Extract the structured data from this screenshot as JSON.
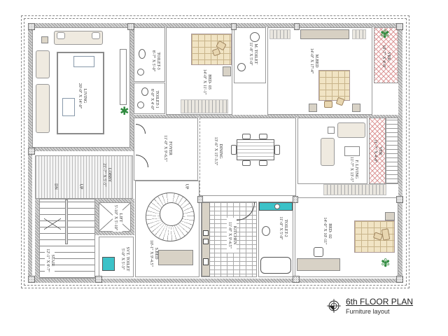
{
  "title_block": {
    "title": "6th FLOOR PLAN",
    "subtitle": "Furniture layout",
    "north_icon": "compass-north-icon"
  },
  "colors": {
    "wall": "#b9b9b9",
    "wardrobe": "#d7d0c3",
    "bed": "#f1e4c4",
    "wet_fixture": "#3bc2c8",
    "plant": "#2f8a3e",
    "veranda_hatch": "#d99999"
  },
  "rooms": {
    "living": {
      "name": "LIVING",
      "size": "20'-0\" X 14'-0\""
    },
    "toilet3": {
      "name": "TOILET-3",
      "size": "8'-7\" X 5'-0\""
    },
    "toilet1": {
      "name": "TOILET-1",
      "size": "8'-0\" X 4'-0\""
    },
    "bed03": {
      "name": "BED- 03",
      "size": "14'-0\" X 11'-1\""
    },
    "mtoilet": {
      "name": "M. TOILET",
      "size": "11'-8\" X 5'-0\""
    },
    "mbed": {
      "name": "M.BED",
      "size": "14'-0\" X 17'-4\""
    },
    "ver_top": {
      "name": "VER.",
      "size": "10'-7\" X 4'-0\""
    },
    "foyer": {
      "name": "FOYER",
      "size": "11'-0\" X 9'-6.5\""
    },
    "dining": {
      "name": "DINING",
      "size": "13'-6\" X 15'-3.5\""
    },
    "f_living": {
      "name": "F. LIVING",
      "size": "11'-7\" X 13'-5\""
    },
    "ver_mid": {
      "name": "VER.",
      "size": "11'-7\" X 4'-0\""
    },
    "lobby": {
      "name": "LOBBY",
      "size": "21'-7\" X 5'-5\""
    },
    "stair": {
      "name": "STAIR",
      "size": "12'-1\" X 8'-7\""
    },
    "lift": {
      "name": "LIFT",
      "size": "5'-10\" X 5'-10\""
    },
    "svt_toilet": {
      "name": "SVT. TOILET",
      "size": "5'-0\" X 5'-3\""
    },
    "s_bed": {
      "name": "S.BED",
      "size": "10'-1\" X 9'-4.5\""
    },
    "kitchen": {
      "name": "KITCHEN",
      "size": "11'-8\" X 9'-4.5\""
    },
    "toilet2": {
      "name": "TOILET-2",
      "size": "11'-0\" X 5'-0\""
    },
    "bed02": {
      "name": "BED- 02",
      "size": "14'-0\" X 10'-11\""
    }
  },
  "annotations": {
    "stair_dn": "DN",
    "stair_up": "UP",
    "spiral_up": "UP"
  }
}
